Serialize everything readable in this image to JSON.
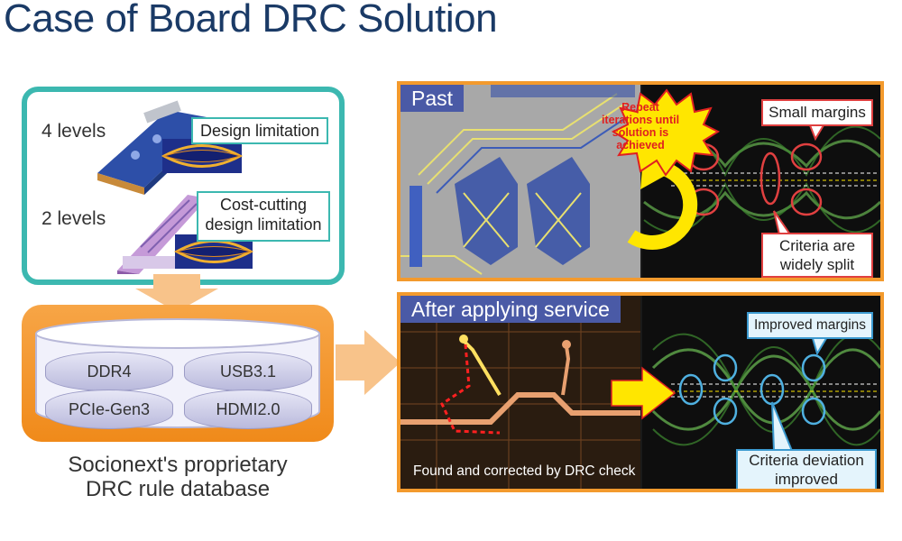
{
  "title": "Case of Board DRC Solution",
  "levels": {
    "level4": "4 levels",
    "level4_box": "Design limitation",
    "level2": "2 levels",
    "level2_box_line1": "Cost-cutting",
    "level2_box_line2": "design limitation"
  },
  "database": {
    "items": [
      "DDR4",
      "USB3.1",
      "PCIe-Gen3",
      "HDMI2.0"
    ],
    "caption_line1": "Socionext's proprietary",
    "caption_line2": "DRC rule database"
  },
  "past": {
    "tag": "Past",
    "starburst_lines": [
      "Repeat",
      "iterations until",
      "solution is",
      "achieved"
    ],
    "callout_small_margins": "Small margins",
    "callout_criteria_line1": "Criteria are",
    "callout_criteria_line2": "widely split"
  },
  "after": {
    "tag": "After applying service",
    "found_text": "Found and corrected by DRC check",
    "callout_improved": "Improved margins",
    "callout_deviation_line1": "Criteria deviation",
    "callout_deviation_line2": "improved"
  },
  "colors": {
    "title": "#1a3a66",
    "teal": "#3cb8b0",
    "orange": "#f39a2d",
    "tag": "#4a5aa6",
    "red_ring": "#e04040",
    "blue_ring": "#4fb0e0",
    "yellow": "#ffe600"
  }
}
